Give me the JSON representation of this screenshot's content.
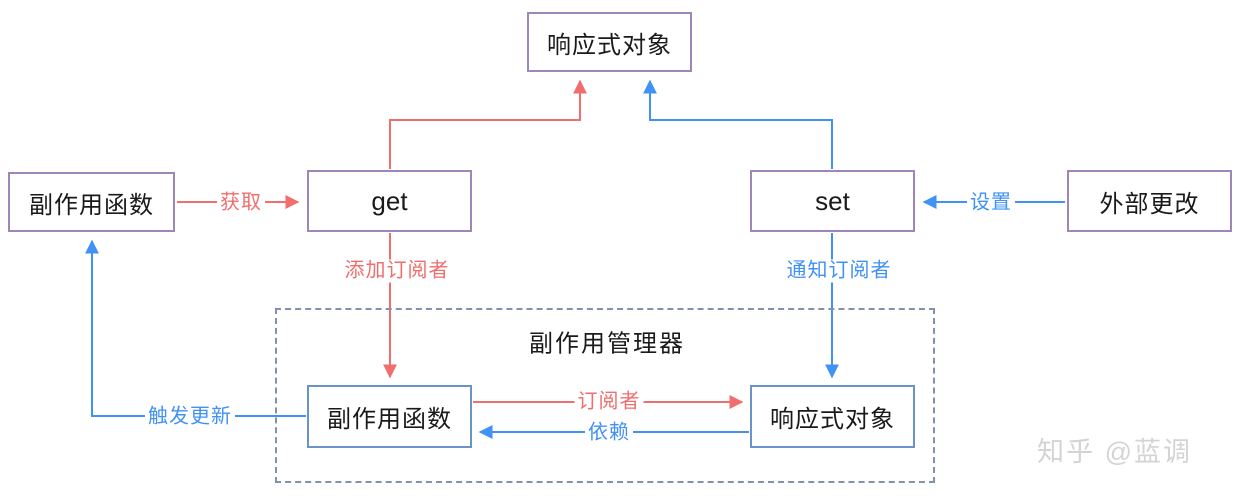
{
  "diagram": {
    "nodes": {
      "reactive_top": {
        "label": "响应式对象"
      },
      "effect_outer": {
        "label": "副作用函数"
      },
      "get": {
        "label": "get"
      },
      "set": {
        "label": "set"
      },
      "external": {
        "label": "外部更改"
      },
      "manager": {
        "label": "副作用管理器"
      },
      "effect_inner": {
        "label": "副作用函数"
      },
      "reactive_inner": {
        "label": "响应式对象"
      }
    },
    "edges": {
      "get_access": {
        "label": "获取",
        "color": "#f06e6d"
      },
      "set_assign": {
        "label": "设置",
        "color": "#4192f5"
      },
      "add_subscriber": {
        "label": "添加订阅者",
        "color": "#f06e6d"
      },
      "notify_subscriber": {
        "label": "通知订阅者",
        "color": "#4192f5"
      },
      "subscriber": {
        "label": "订阅者",
        "color": "#f06e6d"
      },
      "dependency": {
        "label": "依赖",
        "color": "#4192f5"
      },
      "trigger_update": {
        "label": "触发更新",
        "color": "#4192f5"
      }
    },
    "colors": {
      "red": "#f06e6d",
      "blue": "#4192f5",
      "purple_border": "#9e87b8",
      "inner_border": "#6b94c6",
      "dashed_border": "#8291ad",
      "text": "#1a1a1a",
      "background": "#ffffff",
      "watermark": "#d4d4d4"
    }
  },
  "watermark": {
    "text": "知乎 @蓝调"
  }
}
